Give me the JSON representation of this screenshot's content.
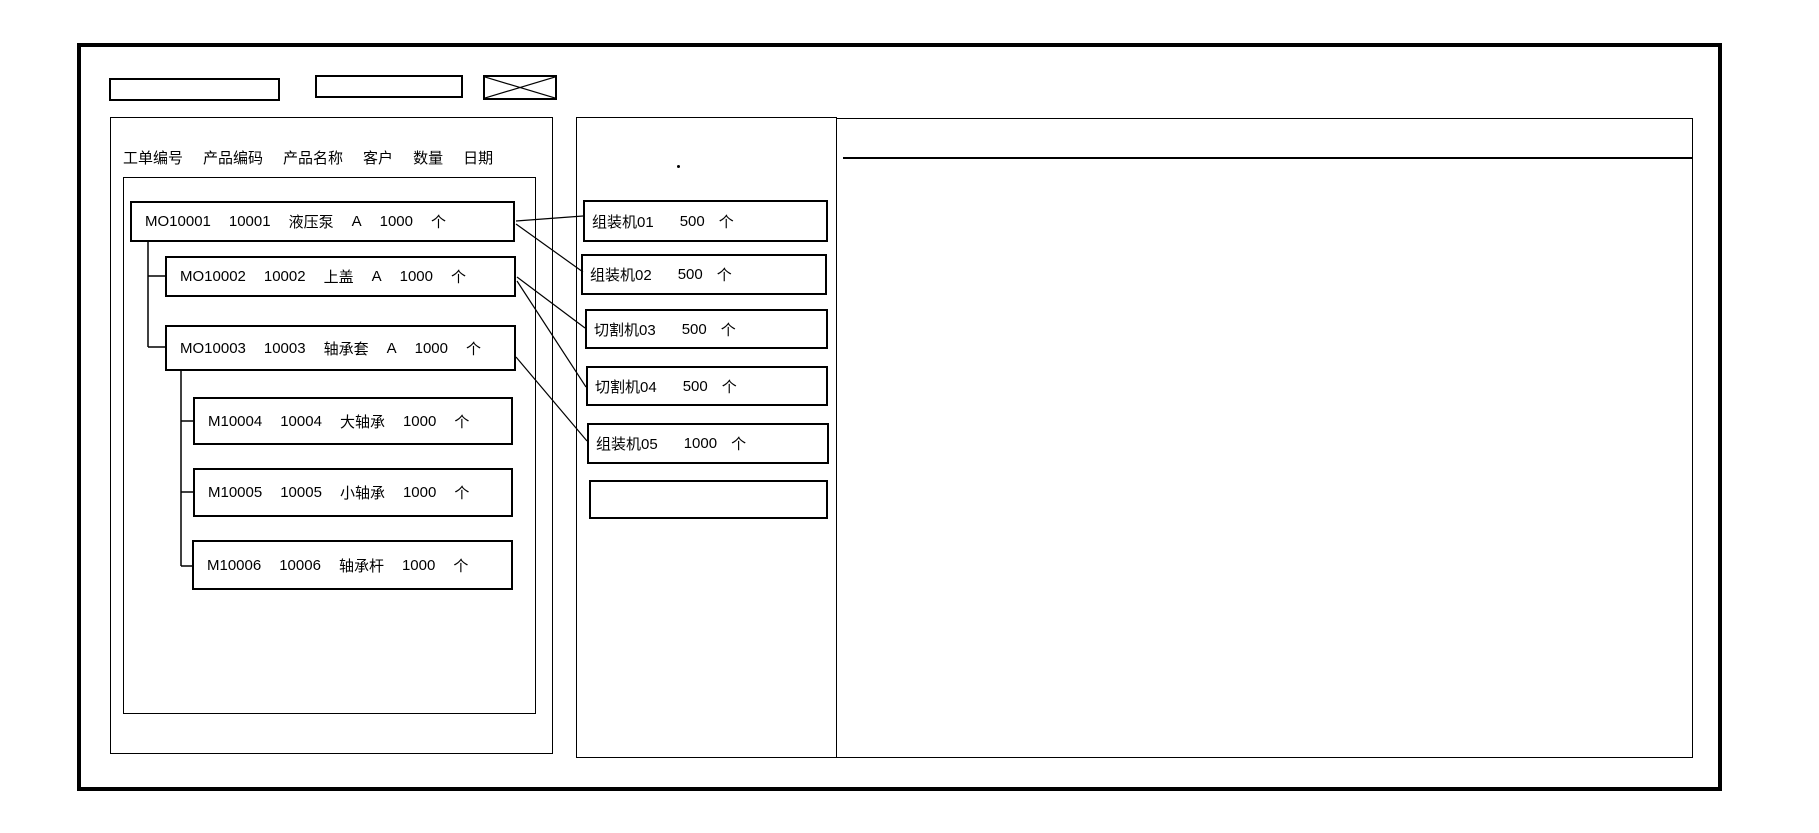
{
  "app": {
    "kind": "production-scheduling-wireframe",
    "background": "#ffffff",
    "line_color": "#000000"
  },
  "toolbar": {
    "field1_value": "",
    "field2_value": "",
    "placeholder_icon": "crossed-box"
  },
  "left_panel": {
    "columns": {
      "order_no": "工单编号",
      "product_code": "产品编码",
      "product_name": "产品名称",
      "customer": "客户",
      "qty": "数量",
      "date": "日期"
    },
    "orders": [
      {
        "order_no": "MO10001",
        "product_code": "10001",
        "product_name": "液压泵",
        "customer": "A",
        "qty": "1000",
        "unit": "个",
        "level": 0
      },
      {
        "order_no": "MO10002",
        "product_code": "10002",
        "product_name": "上盖",
        "customer": "A",
        "qty": "1000",
        "unit": "个",
        "level": 1
      },
      {
        "order_no": "MO10003",
        "product_code": "10003",
        "product_name": "轴承套",
        "customer": "A",
        "qty": "1000",
        "unit": "个",
        "level": 1
      },
      {
        "order_no": "M10004",
        "product_code": "10004",
        "product_name": "大轴承",
        "customer": "",
        "qty": "1000",
        "unit": "个",
        "level": 2
      },
      {
        "order_no": "M10005",
        "product_code": "10005",
        "product_name": "小轴承",
        "customer": "",
        "qty": "1000",
        "unit": "个",
        "level": 2
      },
      {
        "order_no": "M10006",
        "product_code": "10006",
        "product_name": "轴承杆",
        "customer": "",
        "qty": "1000",
        "unit": "个",
        "level": 2
      }
    ]
  },
  "machine_panel": {
    "stray_mark": ".",
    "machines": [
      {
        "name": "组装机01",
        "qty": "500",
        "unit": "个"
      },
      {
        "name": "组装机02",
        "qty": "500",
        "unit": "个"
      },
      {
        "name": "切割机03",
        "qty": "500",
        "unit": "个"
      },
      {
        "name": "切割机04",
        "qty": "500",
        "unit": "个"
      },
      {
        "name": "组装机05",
        "qty": "1000",
        "unit": "个"
      }
    ],
    "empty_slot": ""
  },
  "right_panel": {
    "content": ""
  },
  "links": [
    {
      "from": "MO10001",
      "to": "组装机01"
    },
    {
      "from": "MO10001",
      "to": "组装机02"
    },
    {
      "from": "MO10002",
      "to": "切割机03"
    },
    {
      "from": "MO10002",
      "to": "切割机04"
    },
    {
      "from": "MO10003",
      "to": "组装机05"
    }
  ]
}
